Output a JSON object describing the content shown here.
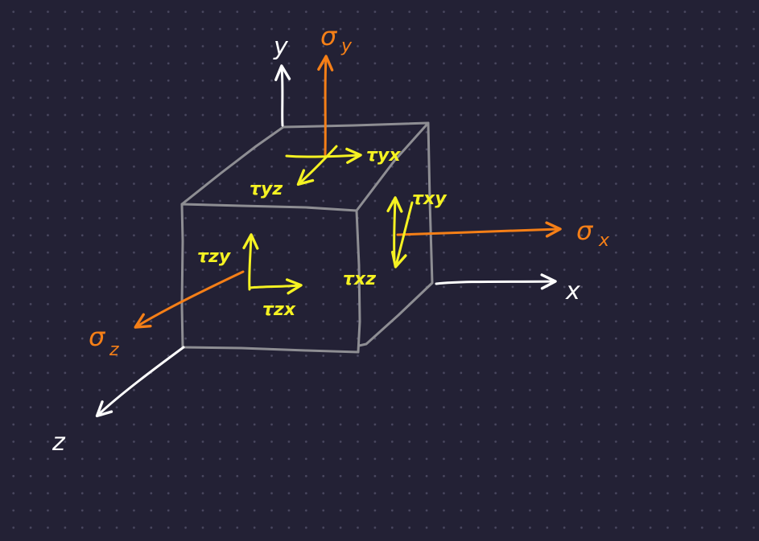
{
  "colors": {
    "background": "#232135",
    "grid_dot": "#4a4860",
    "cube": "#8e8e93",
    "axis": "#ffffff",
    "normal_stress": "#f57f17",
    "shear_stress": "#f5f222"
  },
  "axes": {
    "x": "x",
    "y": "y",
    "z": "z"
  },
  "normal_stresses": {
    "sigma_x": {
      "symbol": "σ",
      "subscript": "x"
    },
    "sigma_y": {
      "symbol": "σ",
      "subscript": "y"
    },
    "sigma_z": {
      "symbol": "σ",
      "subscript": "z"
    }
  },
  "shear_stresses": {
    "tau_yx": "τyx",
    "tau_yz": "τyz",
    "tau_xy": "τxy",
    "tau_xz": "τxz",
    "tau_zy": "τzy",
    "tau_zx": "τzx"
  }
}
